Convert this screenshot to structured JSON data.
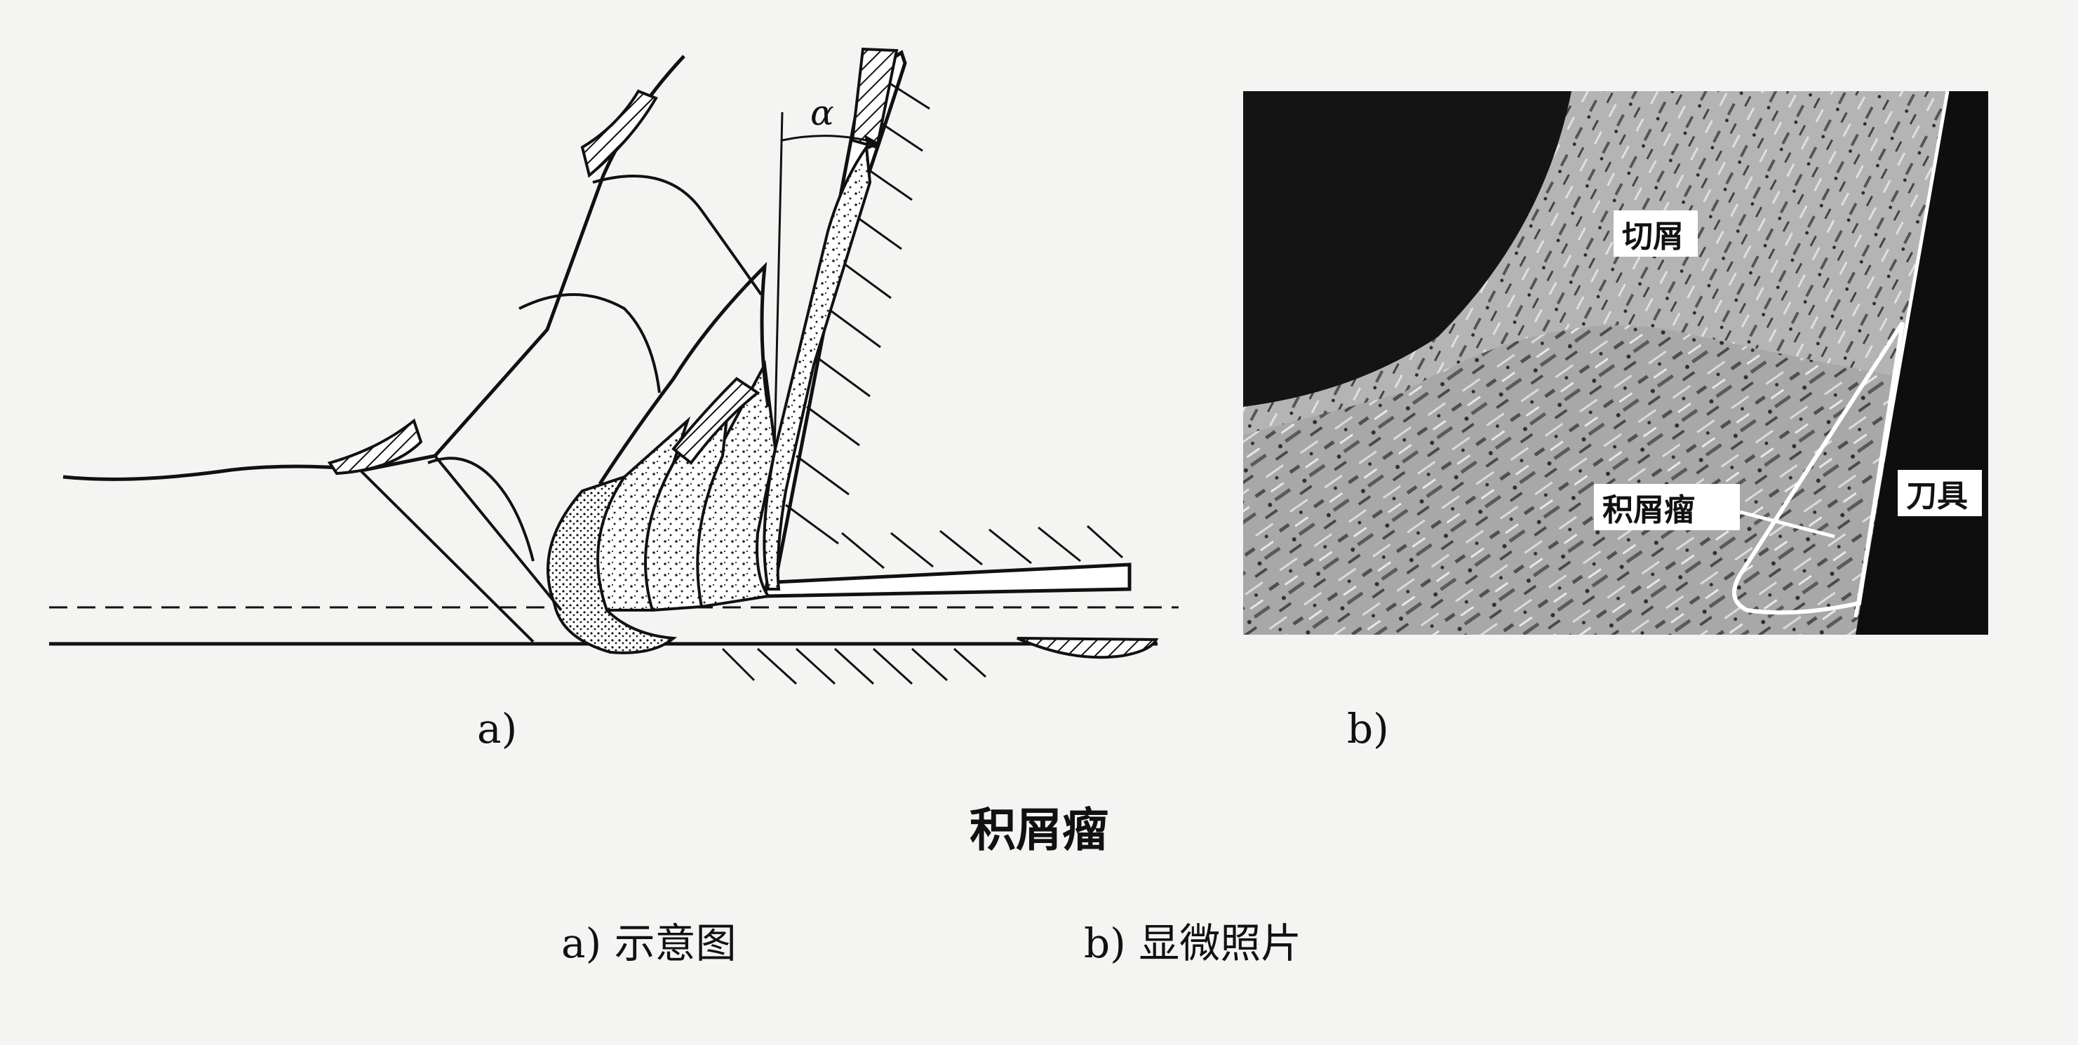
{
  "figure": {
    "title": "积屑瘤",
    "subfig_a_label": "a)",
    "subfig_b_label": "b)",
    "caption_a": "a) 示意图",
    "caption_b": "b) 显微照片"
  },
  "diagram": {
    "angle_symbol": "α"
  },
  "photo": {
    "labels": {
      "chip": "切屑",
      "built_up_edge": "积屑瘤",
      "tool": "刀具"
    }
  }
}
